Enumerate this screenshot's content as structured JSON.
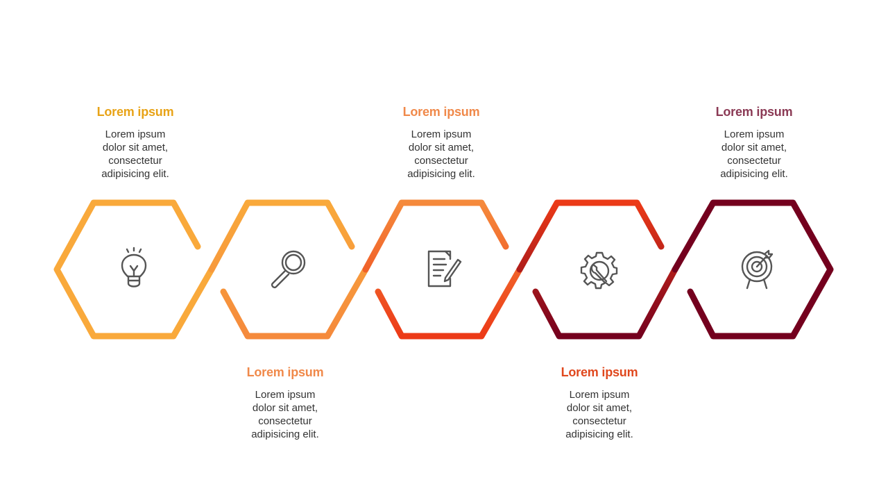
{
  "steps": [
    {
      "title": "Lorem ipsum",
      "title_color": "#E8A317",
      "body_lines": [
        "Lorem ipsum",
        "dolor sit amet,",
        "consectetur",
        "adipisicing elit."
      ],
      "icon": "lightbulb-icon"
    },
    {
      "title": "Lorem ipsum",
      "title_color": "#F0894A",
      "body_lines": [
        "Lorem ipsum",
        "dolor sit amet,",
        "consectetur",
        "adipisicing elit."
      ],
      "icon": "magnifier-icon"
    },
    {
      "title": "Lorem ipsum",
      "title_color": "#F0894A",
      "body_lines": [
        "Lorem ipsum",
        "dolor sit amet,",
        "consectetur",
        "adipisicing elit."
      ],
      "icon": "document-edit-icon"
    },
    {
      "title": "Lorem ipsum",
      "title_color": "#E0481E",
      "body_lines": [
        "Lorem ipsum",
        "dolor sit amet,",
        "consectetur",
        "adipisicing elit."
      ],
      "icon": "gear-wrench-icon"
    },
    {
      "title": "Lorem ipsum",
      "title_color": "#8B3A55",
      "body_lines": [
        "Lorem ipsum",
        "dolor sit amet,",
        "consectetur",
        "adipisicing elit."
      ],
      "icon": "target-icon"
    }
  ],
  "colors": {
    "yellow": "#F9A93B",
    "orange": "#F58A3C",
    "red": "#EC3A17",
    "maroon": "#74001E",
    "icon": "#555555"
  }
}
